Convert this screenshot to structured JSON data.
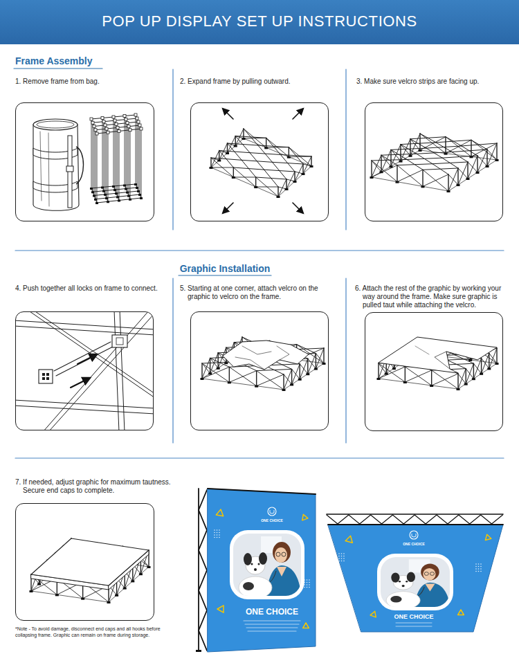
{
  "diagram": {
    "title": "POP UP DISPLAY SET UP INSTRUCTIONS",
    "nodes": [
      {
        "text": [
          "1. Remove frame from bag."
        ]
      },
      {
        "text": [
          "2. Expand frame by pulling outward."
        ]
      },
      {
        "text": [
          "3. Make sure velcro strips are facing up."
        ]
      },
      {
        "text": [
          "4. Push together all locks on frame to connect."
        ]
      },
      {
        "text": [
          "5. Starting at one corner, attach velcro on the graphic to velcro on the frame."
        ]
      },
      {
        "text": [
          "6. Attach the rest of the graphic by working your way around the frame. Make sure graphic is pulled taut while attaching the velcro."
        ]
      },
      {
        "text": [
          "7. If needed, adjust graphic for maximum tautness. Secure end caps to complete."
        ]
      }
    ],
    "labels": [
      "Frame Assembly",
      "Graphic Installation",
      "ONE CHOICE",
      "ONE CHOICE",
      "ONE CHOICE",
      "ONE CHOICE",
      "*Note - To avoid damage, disconnect end caps and all hooks before collapsing frame. Graphic can remain on frame during storage."
    ]
  }
}
